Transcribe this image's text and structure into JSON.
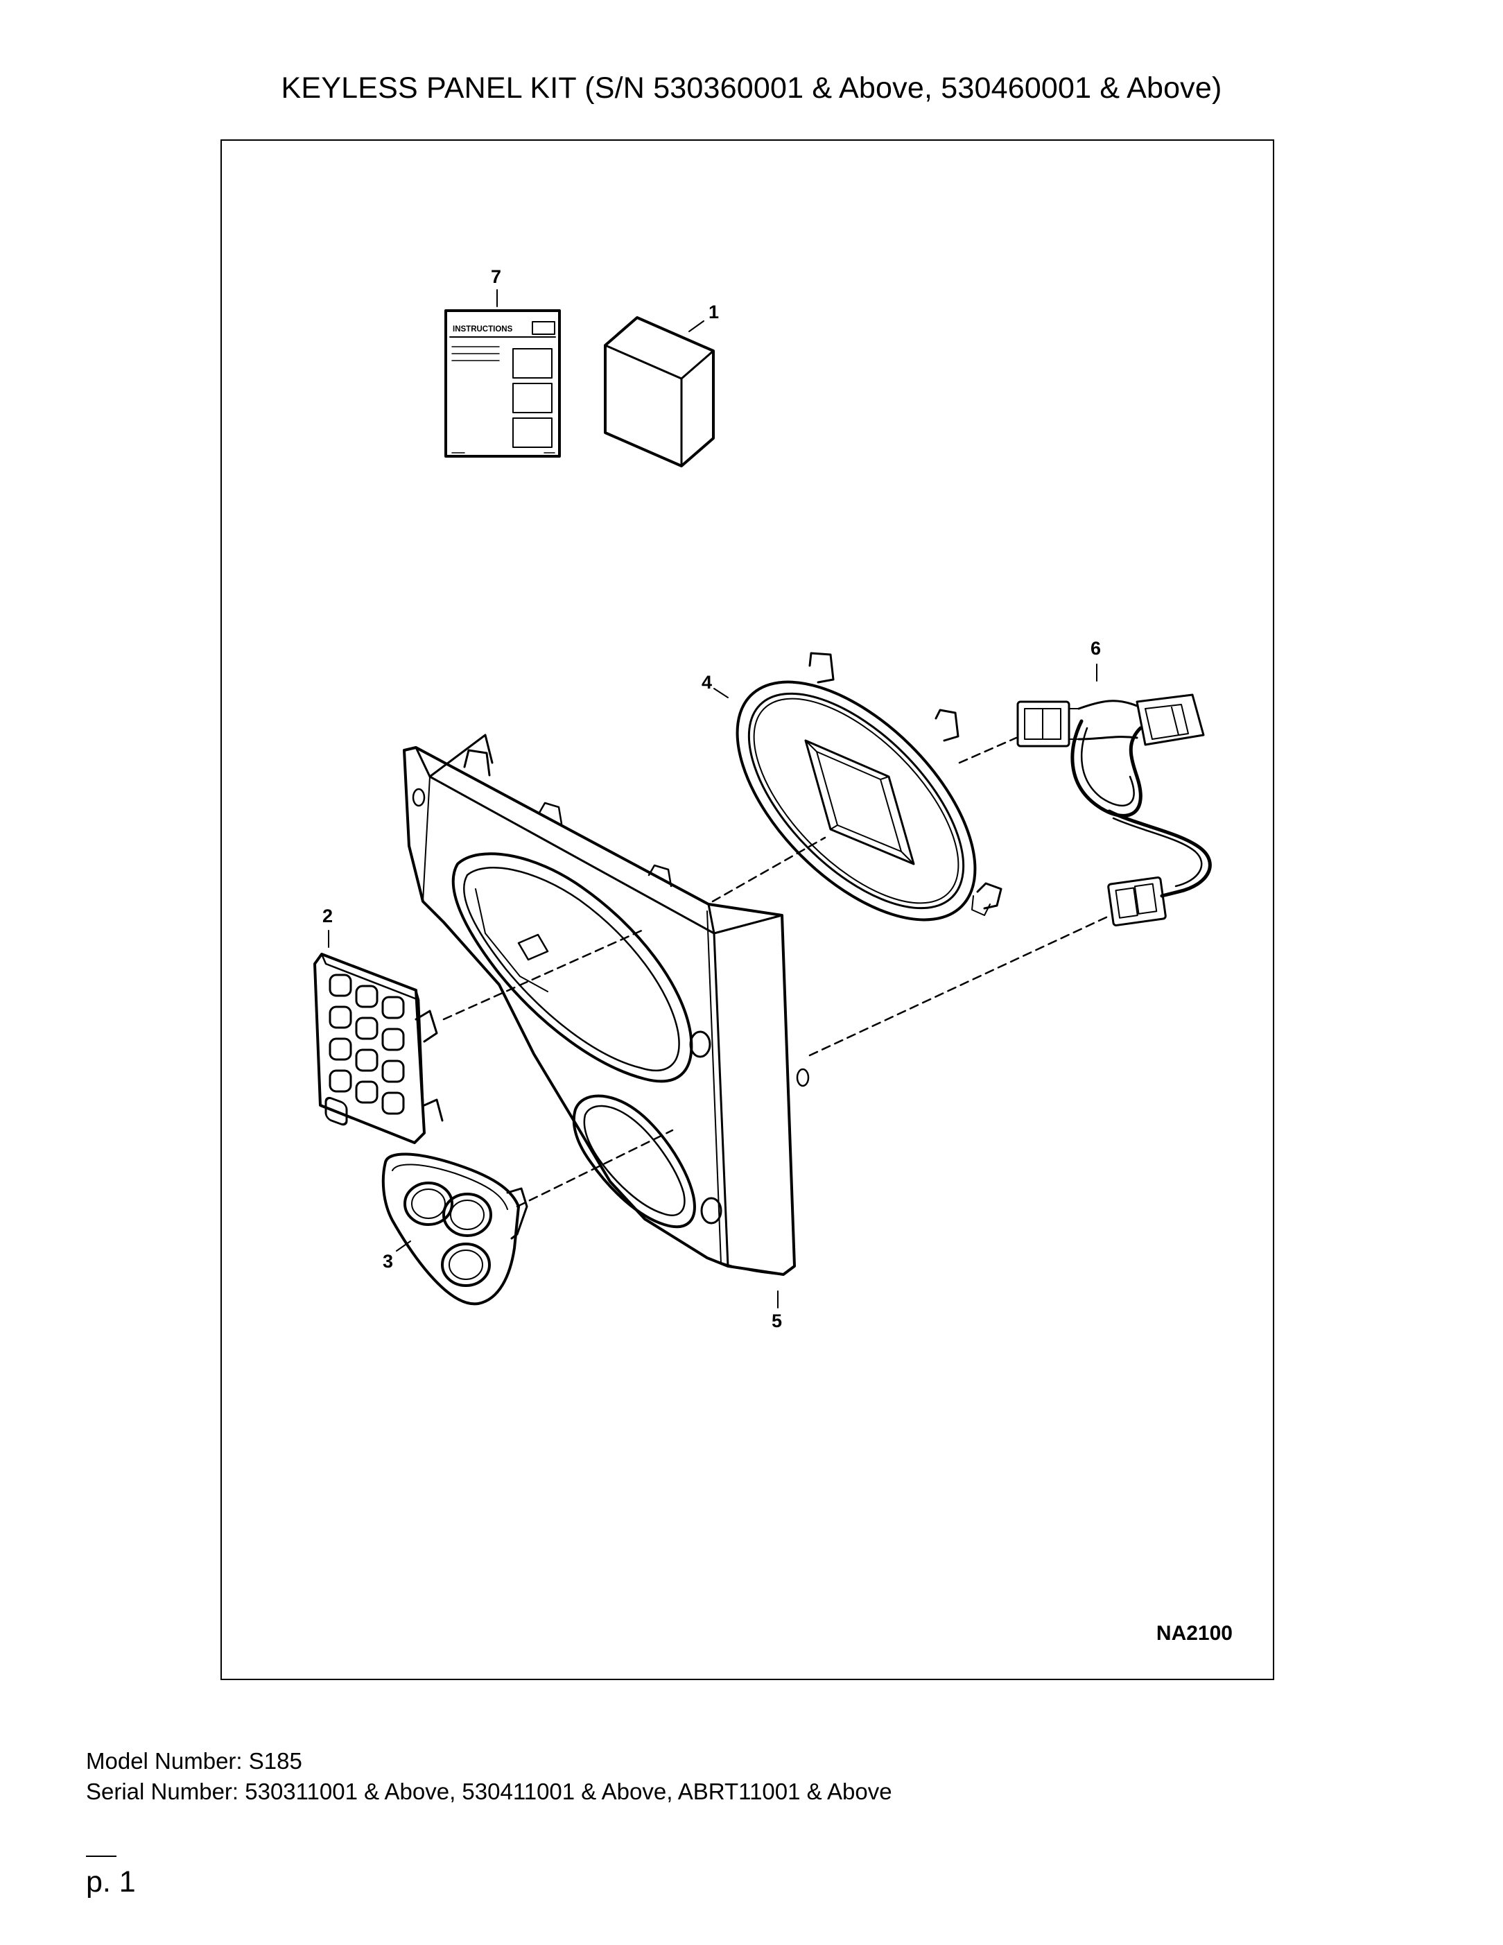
{
  "page": {
    "title": "KEYLESS PANEL KIT (S/N 530360001 & Above, 530460001 & Above)",
    "figure_code": "NA2100",
    "model_line": "Model Number: S185",
    "serial_line": "Serial Number: 530311001 & Above, 530411001 & Above, ABRT11001 & Above",
    "page_number": "p. 1"
  },
  "diagram": {
    "instructions_label": "INSTRUCTIONS",
    "callouts": [
      {
        "id": "7",
        "part": "instructions-sheet"
      },
      {
        "id": "1",
        "part": "package-box"
      },
      {
        "id": "4",
        "part": "display-bezel-frame"
      },
      {
        "id": "6",
        "part": "wiring-harness"
      },
      {
        "id": "2",
        "part": "keypad"
      },
      {
        "id": "3",
        "part": "button-switch-panel"
      },
      {
        "id": "5",
        "part": "side-panel"
      }
    ]
  }
}
